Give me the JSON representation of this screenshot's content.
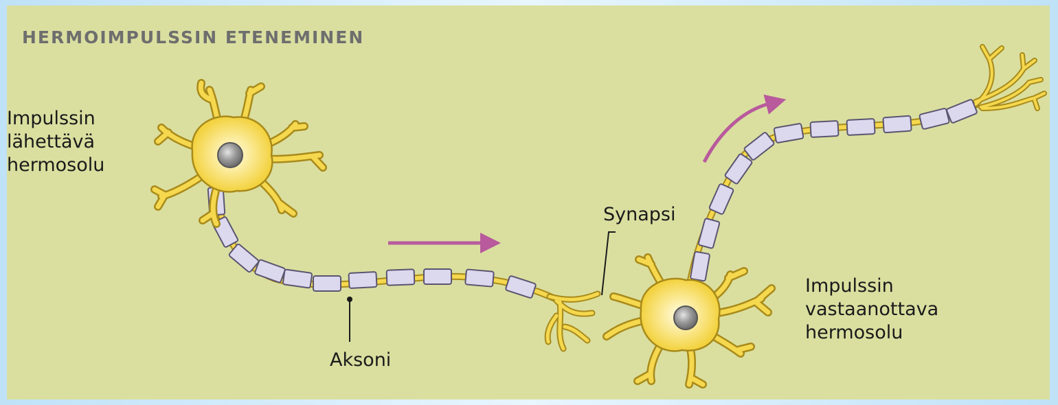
{
  "diagram": {
    "title": "HERMOIMPULSSIN ETENEMINEN",
    "sender_label": [
      "Impulssin",
      "lähettävä",
      "hermosolu"
    ],
    "receiver_label": [
      "Impulssin",
      "vastaanottava",
      "hermosolu"
    ],
    "axon_label": "Aksoni",
    "synapse_label": "Synapsi"
  },
  "colors": {
    "background": "#dadfa0",
    "neuron_body": "#f5d84e",
    "neuron_outline": "#a88a1a",
    "myelin": "#dcd8ee",
    "myelin_outline": "#5a5470",
    "nucleus": "#8a8a8a",
    "arrow": "#b85a9c",
    "title": "#6e6e6e"
  },
  "icons": [
    "sending-neuron-icon",
    "receiving-neuron-icon",
    "impulse-direction-arrow-icon"
  ]
}
